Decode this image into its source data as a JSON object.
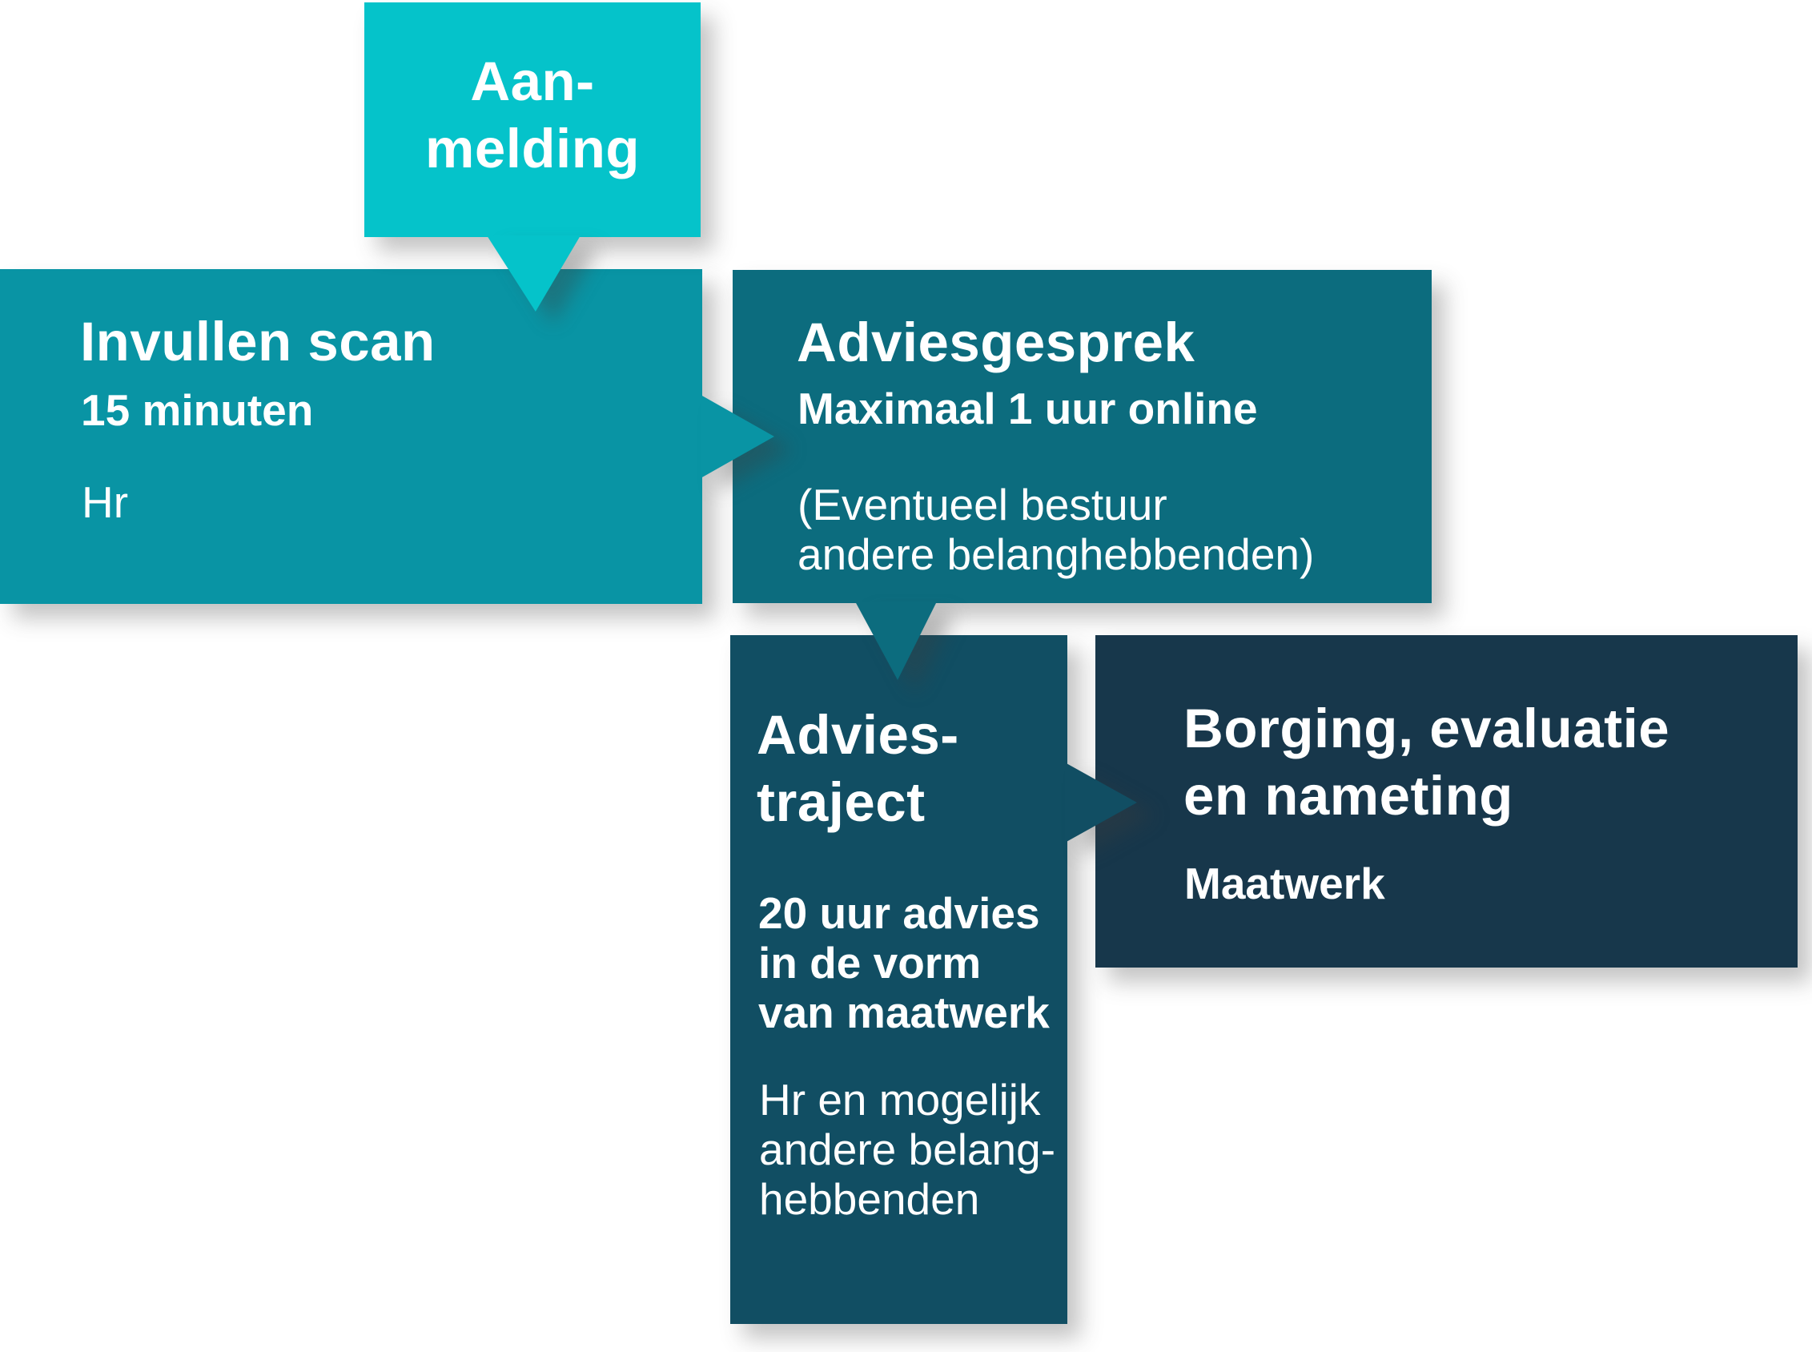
{
  "palette": {
    "cyan": "#05c3ca",
    "teal": "#0994a4",
    "dark_teal": "#0c6c7e",
    "deep_teal": "#114e63",
    "navy": "#17374b",
    "text": "#ffffff",
    "background": "#ffffff"
  },
  "steps": {
    "aanmelding": {
      "title_line1": "Aan-",
      "title_line2": "melding"
    },
    "invullen_scan": {
      "title": "Invullen scan",
      "subtitle": "15 minuten",
      "body": "Hr"
    },
    "adviesgesprek": {
      "title": "Adviesgesprek",
      "subtitle": "Maximaal 1 uur online",
      "body_line1": "(Eventueel bestuur",
      "body_line2": "andere belanghebbenden)"
    },
    "adviestraject": {
      "title_line1": "Advies-",
      "title_line2": "traject",
      "subtitle_line1": "20 uur advies",
      "subtitle_line2": "in de vorm",
      "subtitle_line3": "van maatwerk",
      "body_line1": "Hr en mogelijk",
      "body_line2": "andere belang-",
      "body_line3": "hebbenden"
    },
    "borging": {
      "title_line1": "Borging, evaluatie",
      "title_line2": "en nameting",
      "subtitle": "Maatwerk"
    }
  }
}
